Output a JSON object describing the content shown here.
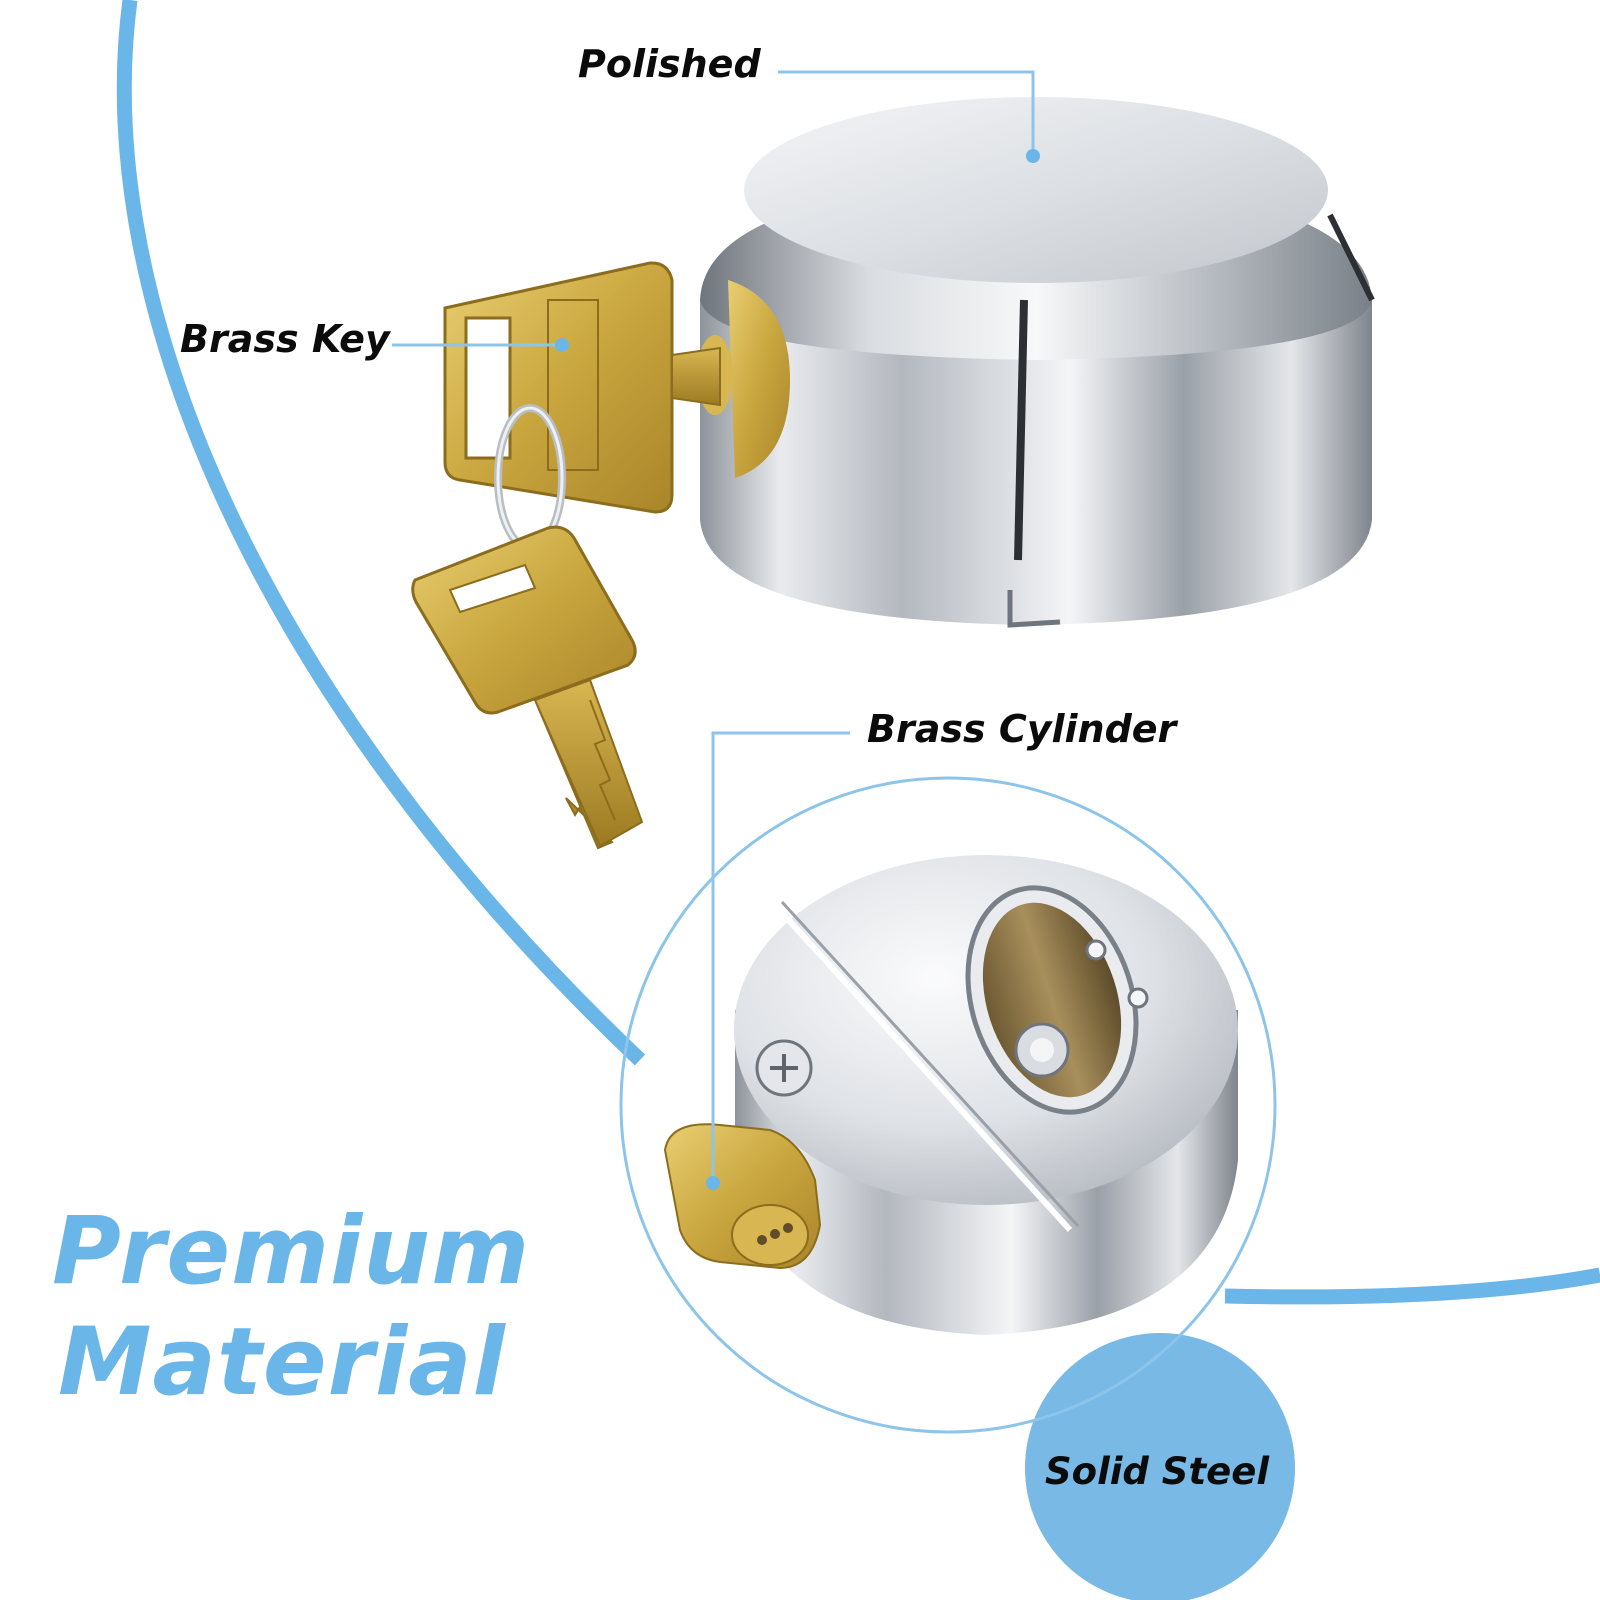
{
  "callouts": {
    "polished": "Polished",
    "brass_key": "Brass Key",
    "brass_cylinder": "Brass Cylinder",
    "solid_steel": "Solid Steel"
  },
  "headline": {
    "line1": "Premium",
    "line2": "Material"
  },
  "colors": {
    "accent_blue": "#6ab6e8",
    "leader_line": "#8cc4ea",
    "label_text": "#0b0b0b",
    "steel": "#c9ccd1",
    "brass": "#c9a63e"
  }
}
